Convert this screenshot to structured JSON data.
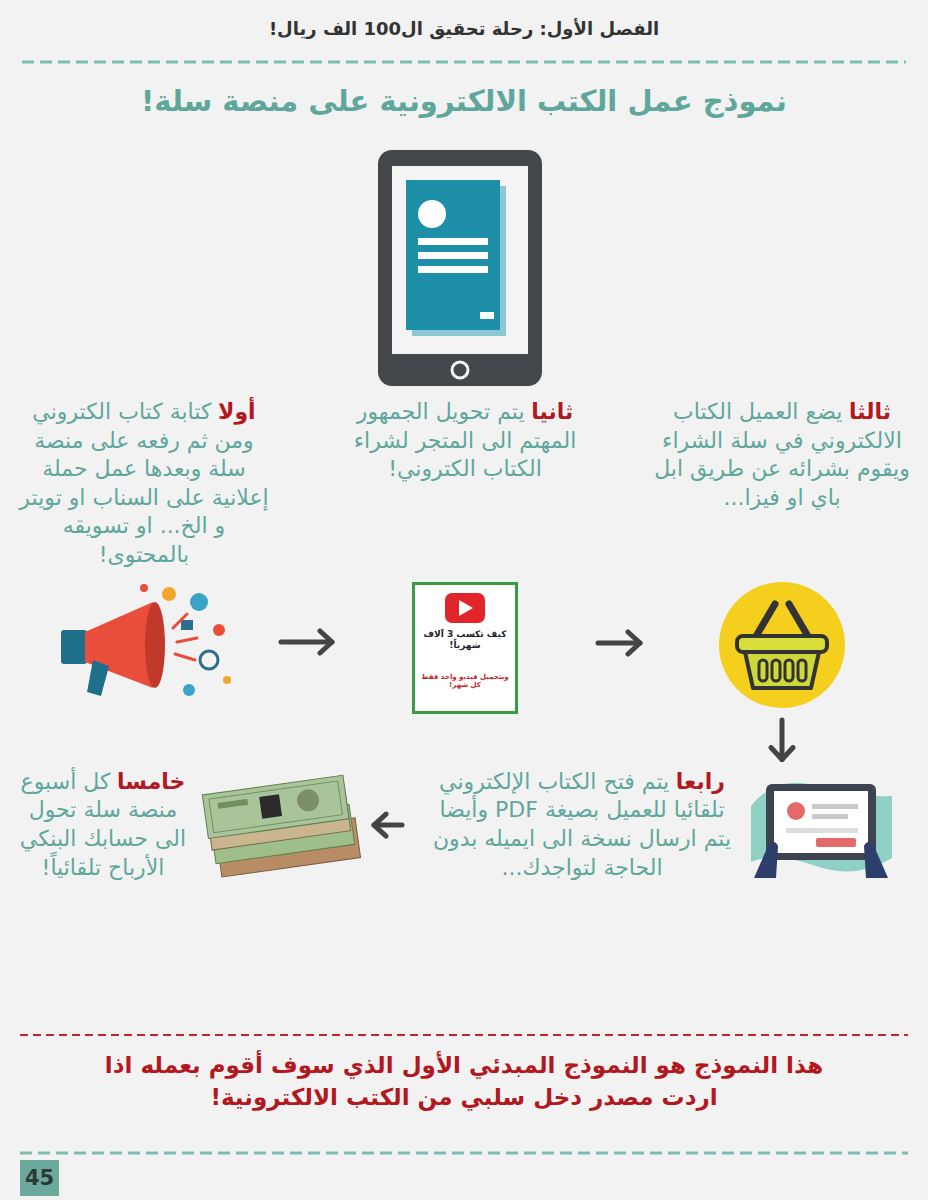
{
  "diagram": {
    "title": "نموذج عمل الكتب الالكترونية على منصة سلة!",
    "nodes": [
      {
        "text": [
          "أولا",
          "كتابة كتاب الكتروني ومن ثم رفعه على منصة سلة وبعدها عمل حملة إعلانية على السناب او تويتر و الخ... او تسويقه بالمحتوى!"
        ]
      },
      {
        "text": [
          "ثانيا",
          "يتم تحويل الجمهور المهتم الى المتجر لشراء الكتاب الكتروني!"
        ]
      },
      {
        "text": [
          "ثالثا",
          "يضع العميل الكتاب الالكتروني في سلة الشراء ويقوم بشرائه عن طريق ابل باي او فيزا..."
        ]
      },
      {
        "text": [
          "رابعا",
          "يتم فتح الكتاب الإلكتروني تلقائيا للعميل بصيغة PDF وأيضا يتم ارسال نسخة الى ايميله بدون الحاجة لتواجدك..."
        ]
      },
      {
        "text": [
          "خامسا",
          "كل أسبوع منصة سلة تحول الى حسابك البنكي الأرباح تلقائياً!"
        ]
      },
      {
        "text": [
          "45"
        ]
      }
    ],
    "edges": [
      {
        "from": 0,
        "to": 1,
        "arrow": "to"
      },
      {
        "from": 1,
        "to": 2,
        "arrow": "to"
      },
      {
        "from": 2,
        "to": 3,
        "arrow": "to"
      },
      {
        "from": 3,
        "to": 4,
        "arrow": "to"
      }
    ],
    "labels": [
      "الفصل الأول: رحلة تحقيق ال100 الف ريال!",
      "كيف تكسب 3 آلاف شهرياً!",
      "وبتحميل فيديو واحد فقط كل شهر!",
      "هذا النموذج هو النموذج المبدئي الأول الذي سوف أقوم بعمله اذا اردت مصدر دخل سلبي من الكتب الالكترونية!"
    ]
  }
}
